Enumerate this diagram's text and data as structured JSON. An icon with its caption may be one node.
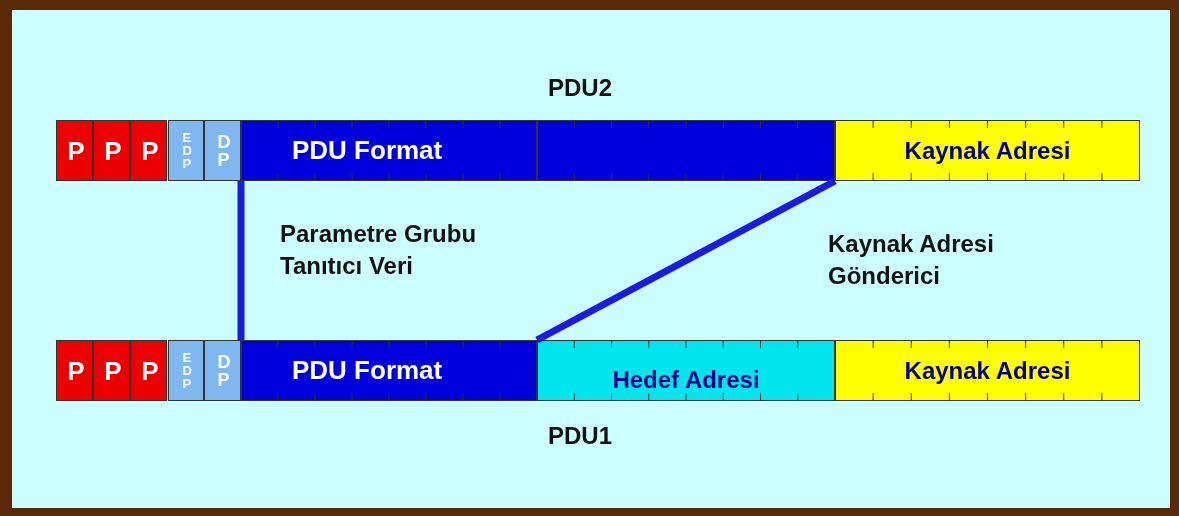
{
  "diagram": {
    "nodes": [
      {
        "text": [
          "P"
        ]
      },
      {
        "text": [
          "P"
        ]
      },
      {
        "text": [
          "P"
        ]
      },
      {
        "text": [
          "E D P"
        ]
      },
      {
        "text": [
          "D P"
        ]
      },
      {
        "text": [
          "PDU Format"
        ]
      },
      {
        "text": [],
        "shape": "box"
      },
      {
        "text": [
          "Kaynak Adresi"
        ]
      },
      {
        "text": [
          "P"
        ]
      },
      {
        "text": [
          "P"
        ]
      },
      {
        "text": [
          "P"
        ]
      },
      {
        "text": [
          "E D P"
        ]
      },
      {
        "text": [
          "D P"
        ]
      },
      {
        "text": [
          "PDU Format"
        ]
      },
      {
        "text": [
          "Hedef Adresi"
        ]
      },
      {
        "text": [
          "Kaynak Adresi"
        ]
      }
    ],
    "edges": [
      {
        "from": 5,
        "to": 13,
        "arrow": "none"
      },
      {
        "from": 7,
        "to": 14,
        "arrow": "none"
      }
    ],
    "labels": [
      "PDU2",
      "Parametre Grubu Tanıtıcı Veri",
      "Kaynak Adresi Gönderici",
      "PDU1"
    ]
  }
}
